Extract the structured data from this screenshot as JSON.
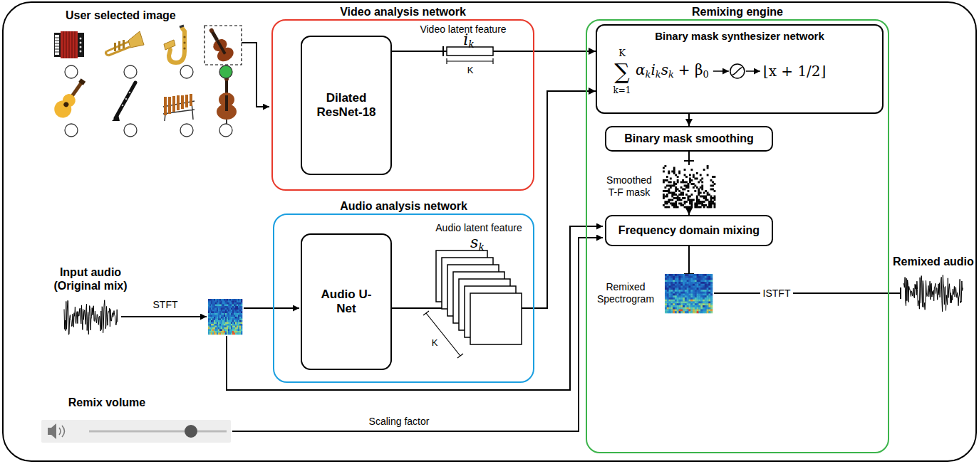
{
  "diagram": {
    "nodes": [
      {
        "text": [
          "Video analysis network"
        ]
      },
      {
        "text": [
          "Dilated ResNet-18"
        ],
        "in": 0
      },
      {
        "text": [
          "Remixing engine"
        ]
      },
      {
        "text": [
          "Binary mask synthesizer network"
        ],
        "in": 2
      },
      {
        "text": [
          "Binary mask smoothing"
        ],
        "in": 2
      },
      {
        "text": [
          "Frequency domain mixing"
        ],
        "in": 2
      },
      {
        "text": [
          "Audio analysis network"
        ]
      },
      {
        "text": [
          "Audio U-Net"
        ],
        "in": 6
      }
    ],
    "edges": [
      {
        "from": 1,
        "to": 3,
        "arrow": "to"
      },
      {
        "from": 7,
        "to": 3,
        "arrow": "to"
      },
      {
        "from": 3,
        "to": 4,
        "arrow": "to"
      },
      {
        "from": 4,
        "to": 5,
        "arrow": "to"
      }
    ],
    "labels": [
      "User selected image",
      "Video latent feature",
      "i",
      "k",
      "K",
      "K",
      "∑",
      "k=1",
      "α",
      "k",
      "i",
      "k",
      "s",
      "k",
      "+ β",
      "0",
      "⌊x + 1/2⌋",
      "Audio latent feature",
      "s",
      "k",
      "K",
      "Input audio (Original mix)",
      "STFT",
      "Smoothed T-F mask",
      "Remixed Spectrogram",
      "ISTFT",
      "Remixed audio",
      "Remix volume",
      "Scaling factor"
    ]
  }
}
